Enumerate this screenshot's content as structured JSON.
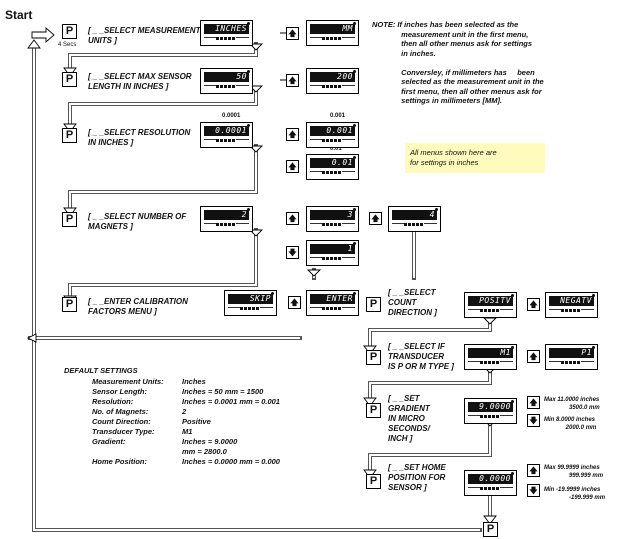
{
  "start_label": "Start",
  "secs_label": "4 Secs",
  "p_label": "P",
  "up_arrow": "🡅",
  "down_arrow": "🡇",
  "steps": [
    {
      "label": "[ _ _SELECT MEASUREMENT\nUNITS ]"
    },
    {
      "label": "[ _ _SELECT MAX SENSOR\nLENGTH IN INCHES ]"
    },
    {
      "label": "[ _ _SELECT RESOLUTION\nIN INCHES ]"
    },
    {
      "label": "[ _ _SELECT NUMBER OF\nMAGNETS ]"
    },
    {
      "label": "[ _ _ENTER CALIBRATION\nFACTORS MENU ]"
    },
    {
      "label": "[ _ _SELECT\nCOUNT\nDIRECTION ]"
    },
    {
      "label": "[ _ _SELECT IF\nTRANSDUCER\nIS P OR M TYPE ]"
    },
    {
      "label": "[ _ _SET\nGRADIENT\nIN MICRO\nSECONDS/\nINCH ]"
    },
    {
      "label": "[ _ _SET HOME\nPOSITION FOR\nSENSOR ]"
    }
  ],
  "displays": {
    "units_1": "INCHES",
    "units_2": "MM",
    "length_1": "50",
    "length_2": "200",
    "res_1": "0.0001",
    "res_2": "0.001",
    "res_3": "0.01",
    "res_hdr_1": "0.0001",
    "res_hdr_2": "0.001",
    "res_hdr_3": "0.01",
    "mag_1": "2",
    "mag_2": "3",
    "mag_3": "4",
    "mag_4": "1",
    "cal_1": "SKIP",
    "cal_2": "ENTER",
    "dir_1": "POSITV",
    "dir_2": "NEGATV",
    "type_1": "M1",
    "type_2": "P1",
    "grad": "9.0000",
    "home": "0.0000"
  },
  "note": "NOTE: If inches has been selected as the\n              measurement unit in the first menu,\n              then all other menus ask for settings\n              in inches.\n\n              Conversley, if millimeters has     been\n              selected as the measurement unit in the\n              first menu, then all other menus ask for\n              settings in millimeters [MM].",
  "yellow_note": "All menus shown here are\nfor settings in inches",
  "grad_limits": {
    "max": "Max 11.0000 inches\n               3500.0 mm",
    "min": "Min 8.0000 inches\n             2000.0 mm"
  },
  "home_limits": {
    "max": "Max 99.9999 inches\n               999.999 mm",
    "min": "Min -19.9999 inches\n               -199.999 mm"
  },
  "defaults": {
    "title": "DEFAULT SETTINGS",
    "rows": [
      {
        "k": "Measurement Units:",
        "v": "Inches"
      },
      {
        "k": "Sensor Length:",
        "v": "Inches = 50 mm = 1500"
      },
      {
        "k": "Resolution:",
        "v": "Inches = 0.0001 mm = 0.001"
      },
      {
        "k": "No. of Magnets:",
        "v": "2"
      },
      {
        "k": "Count Direction:",
        "v": "Positive"
      },
      {
        "k": "Transducer Type:",
        "v": "M1"
      },
      {
        "k": "Gradient:",
        "v": "Inches = 9.0000"
      },
      {
        "k": "",
        "v": "mm = 2800.0"
      },
      {
        "k": "Home Position:",
        "v": "Inches = 0.0000 mm = 0.000"
      }
    ]
  }
}
